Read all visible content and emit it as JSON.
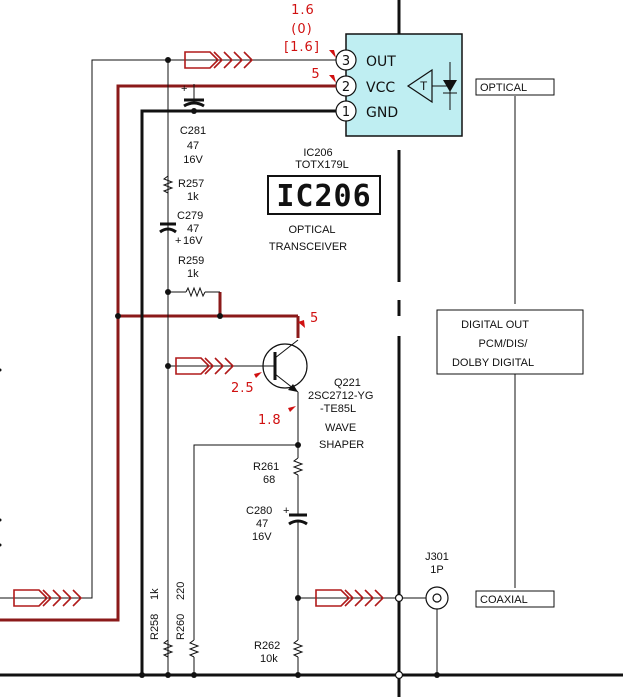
{
  "ic": {
    "ref": "IC206",
    "part": "TOTX179L",
    "big_label": "IC206",
    "desc1": "OPTICAL",
    "desc2": "TRANSCEIVER",
    "pins": [
      {
        "num": "3",
        "name": "OUT"
      },
      {
        "num": "2",
        "name": "VCC"
      },
      {
        "num": "1",
        "name": "GND"
      }
    ],
    "inner_label": "T"
  },
  "voltages": {
    "out_1": "1.6",
    "out_2": "(0)",
    "out_3": "[1.6]",
    "vcc": "5",
    "q_collector": "5",
    "q_base": "2.5",
    "q_emitter": "1.8"
  },
  "components": {
    "c281": {
      "ref": "C281",
      "val": "47",
      "volt": "16V"
    },
    "r257": {
      "ref": "R257",
      "val": "1k"
    },
    "c279": {
      "ref": "C279",
      "val": "47",
      "volt": "16V"
    },
    "r259": {
      "ref": "R259",
      "val": "1k"
    },
    "q221": {
      "ref": "Q221",
      "part1": "2SC2712-YG",
      "part2": "-TE85L",
      "desc1": "WAVE",
      "desc2": "SHAPER"
    },
    "r261": {
      "ref": "R261",
      "val": "68"
    },
    "c280": {
      "ref": "C280",
      "val": "47",
      "volt": "16V"
    },
    "r262": {
      "ref": "R262",
      "val": "10k"
    },
    "r258": {
      "ref": "R258",
      "val": "1k"
    },
    "r260": {
      "ref": "R260",
      "val": "220"
    },
    "j301": {
      "ref": "J301",
      "val": "1P"
    }
  },
  "labels": {
    "optical": "OPTICAL",
    "coaxial": "COAXIAL",
    "digital_out_1": "DIGITAL OUT",
    "digital_out_2": "PCM/DIS/",
    "digital_out_3": "DOLBY DIGITAL"
  },
  "polarity": {
    "plus": "+"
  }
}
